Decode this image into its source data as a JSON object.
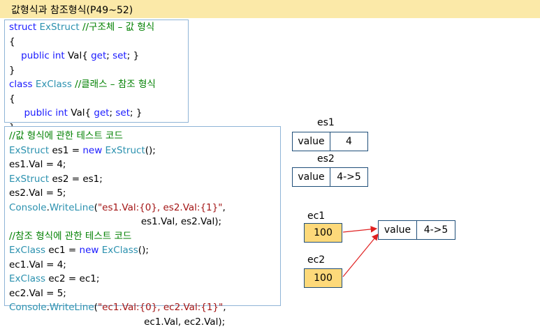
{
  "header": {
    "title": "값형식과 참조형식(P49~52)"
  },
  "code_top": [
    [
      [
        "kw",
        "struct "
      ],
      [
        "ty",
        "ExStruct "
      ],
      [
        "cm",
        "//구조체 – 값 형식"
      ]
    ],
    [
      [
        "pl",
        "{"
      ]
    ],
    [
      [
        "pl",
        "    "
      ],
      [
        "kw",
        "public int "
      ],
      [
        "pl",
        "Val{ "
      ],
      [
        "kw",
        "get"
      ],
      [
        "pl",
        "; "
      ],
      [
        "kw",
        "set"
      ],
      [
        "pl",
        "; }"
      ]
    ],
    [
      [
        "pl",
        "}"
      ]
    ],
    [
      [
        "kw",
        "class "
      ],
      [
        "ty",
        "ExClass "
      ],
      [
        "cm",
        "//클래스 – 참조 형식"
      ]
    ],
    [
      [
        "pl",
        "{"
      ]
    ],
    [
      [
        "pl",
        "     "
      ],
      [
        "kw",
        "public int "
      ],
      [
        "pl",
        "Val{ "
      ],
      [
        "kw",
        "get"
      ],
      [
        "pl",
        "; "
      ],
      [
        "kw",
        "set"
      ],
      [
        "pl",
        "; }"
      ]
    ],
    [
      [
        "pl",
        "}"
      ]
    ]
  ],
  "code_bottom": [
    [
      [
        "cm",
        "//값 형식에 관한 테스트 코드"
      ]
    ],
    [
      [
        "ty",
        "ExStruct "
      ],
      [
        "pl",
        "es1 = "
      ],
      [
        "kw",
        "new "
      ],
      [
        "ty",
        "ExStruct"
      ],
      [
        "pl",
        "();"
      ]
    ],
    [
      [
        "pl",
        "es1.Val = 4;"
      ]
    ],
    [
      [
        "ty",
        "ExStruct "
      ],
      [
        "pl",
        "es2 = es1;"
      ]
    ],
    [
      [
        "pl",
        "es2.Val = 5;"
      ]
    ],
    [
      [
        "ty",
        "Console"
      ],
      [
        "pl",
        "."
      ],
      [
        "ty",
        "WriteLine"
      ],
      [
        "pl",
        "("
      ],
      [
        "st",
        "\"es1.Val:{0}, es2.Val:{1}\""
      ],
      [
        "pl",
        ","
      ]
    ],
    [
      [
        "pl",
        "                                            es1.Val, es2.Val);"
      ]
    ],
    [
      [
        "cm",
        "//참조 형식에 관한 테스트 코드"
      ]
    ],
    [
      [
        "ty",
        "ExClass "
      ],
      [
        "pl",
        "ec1 = "
      ],
      [
        "kw",
        "new "
      ],
      [
        "ty",
        "ExClass"
      ],
      [
        "pl",
        "();"
      ]
    ],
    [
      [
        "pl",
        "ec1.Val = 4;"
      ]
    ],
    [
      [
        "ty",
        "ExClass "
      ],
      [
        "pl",
        "ec2 = ec1;"
      ]
    ],
    [
      [
        "pl",
        "ec2.Val = 5;"
      ]
    ],
    [
      [
        "ty",
        "Console"
      ],
      [
        "pl",
        "."
      ],
      [
        "ty",
        "WriteLine"
      ],
      [
        "pl",
        "("
      ],
      [
        "st",
        "\"ec1.Val:{0}, ec2.Val:{1}\""
      ],
      [
        "pl",
        ","
      ]
    ],
    [
      [
        "pl",
        "                                             ec1.Val, ec2.Val);"
      ]
    ]
  ],
  "diagram": {
    "es1": {
      "label": "es1",
      "key": "value",
      "val": "4"
    },
    "es2": {
      "label": "es2",
      "key": "value",
      "val": "4->5"
    },
    "ec1": {
      "label": "ec1",
      "val": "100"
    },
    "ec2": {
      "label": "ec2",
      "val": "100"
    },
    "heap": {
      "key": "value",
      "val": "4->5"
    }
  },
  "colors": {
    "keyword": "#1a1aff",
    "type": "#2b91af",
    "comment": "#008000",
    "string": "#a31515",
    "arrow": "#e02020",
    "header": "#fbe9a8",
    "yellow": "#fdd97a"
  }
}
